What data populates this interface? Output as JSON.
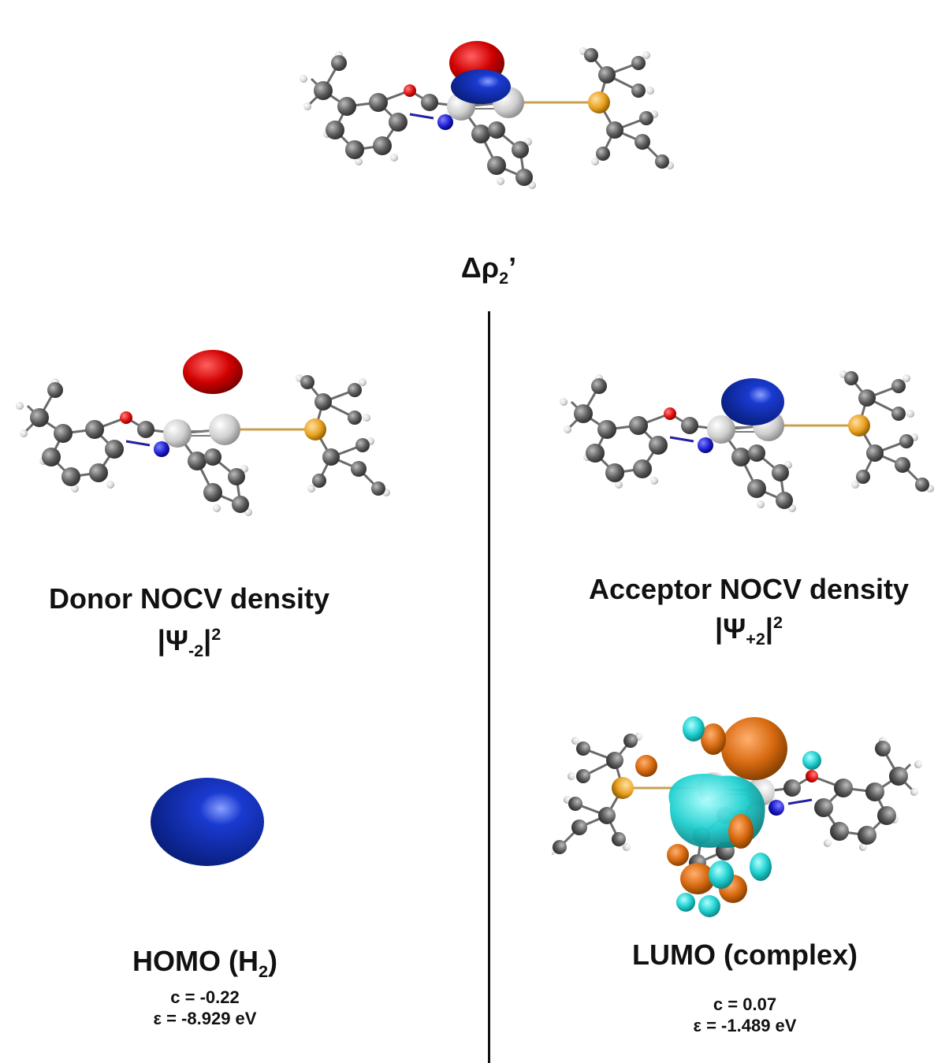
{
  "top": {
    "title_main": "Δρ",
    "title_sub": "2",
    "title_tail": "’"
  },
  "donor": {
    "title": "Donor NOCV density",
    "psi": "|Ψ",
    "psi_sub": "-2",
    "psi_tail": "|",
    "psi_sup": "2"
  },
  "acceptor": {
    "title": "Acceptor NOCV density",
    "psi": "|Ψ",
    "psi_sub": "+2",
    "psi_tail": "|",
    "psi_sup": "2"
  },
  "homo": {
    "title_pre": "HOMO (H",
    "title_sub": "2",
    "title_post": ")",
    "c": "c = -0.22",
    "e": "ε = -8.929 eV"
  },
  "lumo": {
    "title": "LUMO (complex)",
    "c": "c = 0.07",
    "e": "ε = -1.489 eV"
  },
  "colors": {
    "carbon": "#5a5a5a",
    "hydrogen": "#e8e8e8",
    "oxygen": "#e01010",
    "nitrogen": "#2020d0",
    "phosphorus": "#e8a020",
    "metal": "#cfcfcf",
    "lobe_red": "#d00000",
    "lobe_blue": "#0a2aa8",
    "orbital_orange": "#d86a10",
    "orbital_cyan": "#20d0d0"
  }
}
